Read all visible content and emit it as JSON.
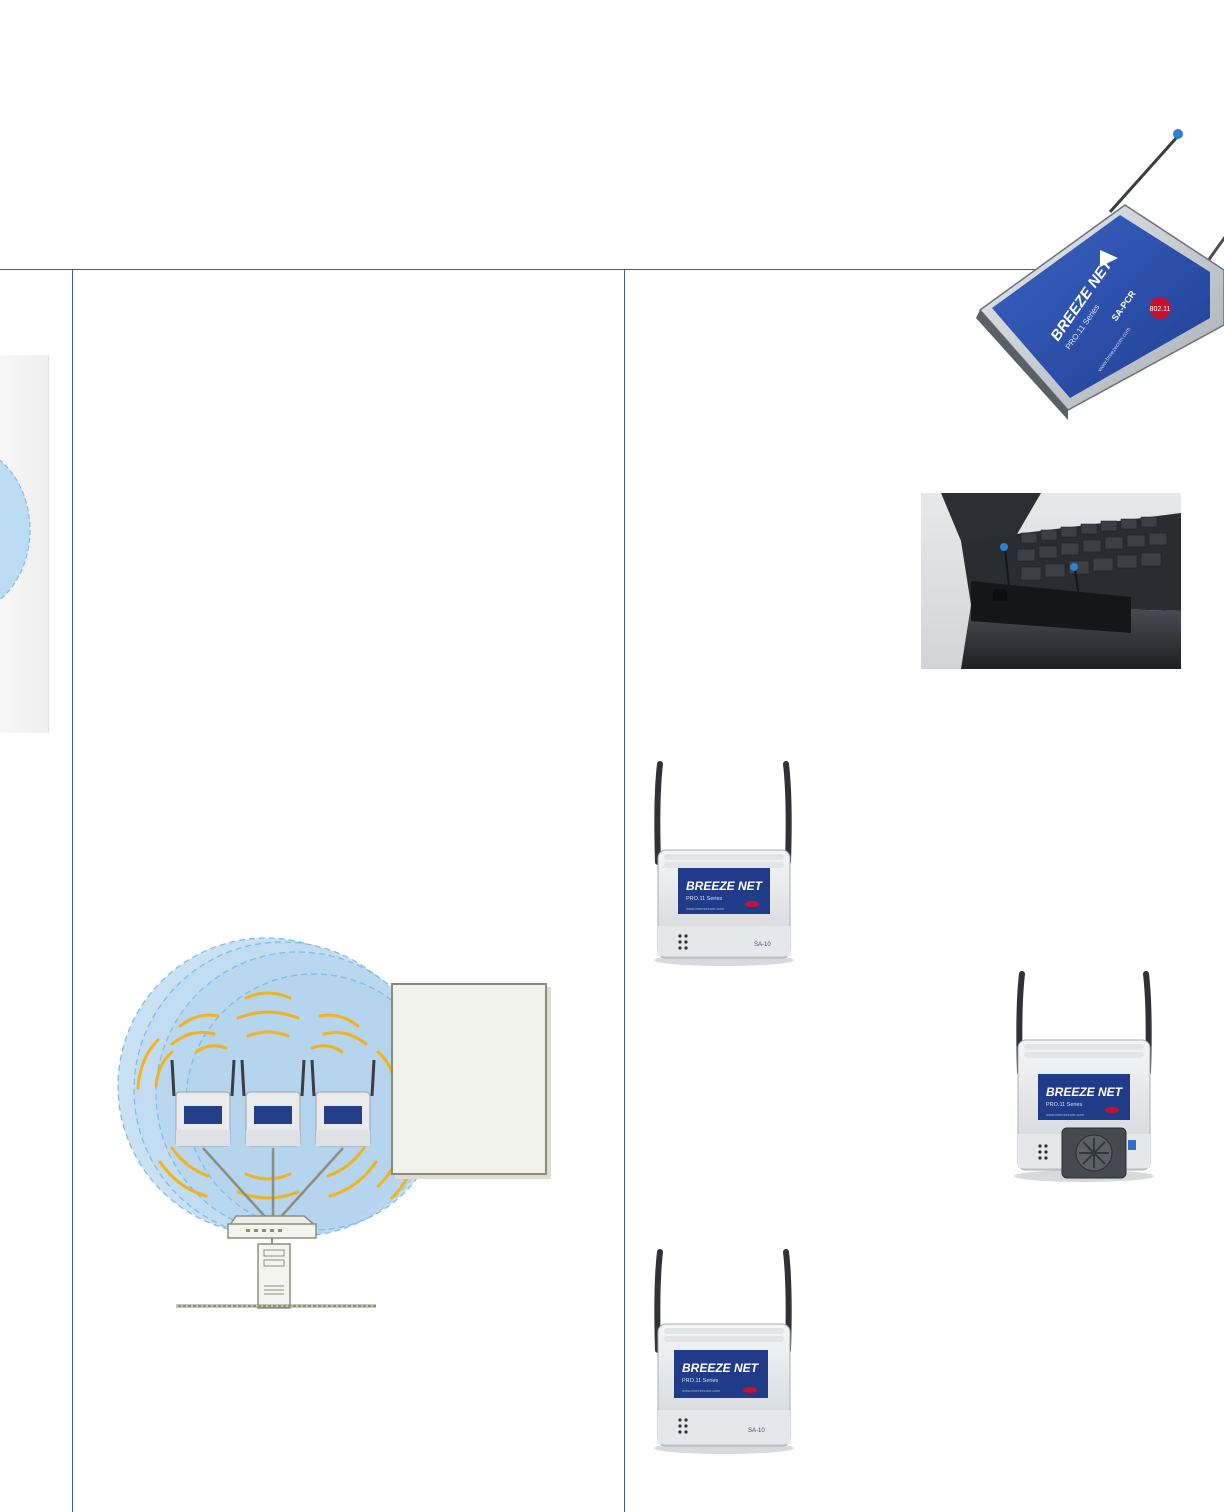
{
  "products": {
    "pc_card": {
      "brand": "BREEZE NET",
      "series": "PRO.11 Series",
      "model": "SA-PCR",
      "badge": "802.11",
      "url": "www.breezecom.com"
    },
    "access_point": {
      "brand": "BREEZE NET",
      "series": "PRO.11 Series",
      "model": "SA-10",
      "url": "www.breezecom.com"
    },
    "ethernet_unit": {
      "brand": "BREEZE NET",
      "series": "PRO.11 Series",
      "url": "www.breezecom.com"
    },
    "station_unit": {
      "brand": "BREEZE NET",
      "series": "PRO.11 Series",
      "model": "SA-10",
      "url": "www.breezecom.com"
    }
  },
  "colors": {
    "rule_line": "#3c5f86",
    "coverage_fill": "#bcd9ef",
    "coverage_stroke": "#7fbde4",
    "signal_arcs": "#f2b21c",
    "callout_fill": "#f1f2ec",
    "callout_stroke": "#8d8d75",
    "card_blue": "#2a55b5"
  }
}
